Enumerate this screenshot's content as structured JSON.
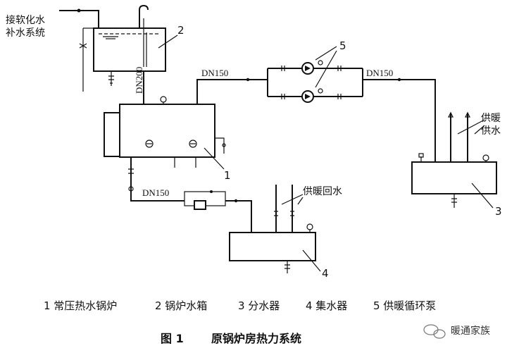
{
  "labels": {
    "softened_water_makeup": [
      "接软化水",
      "补水系统"
    ],
    "tag_1": "1",
    "tag_2": "2",
    "tag_3": "3",
    "tag_4": "4",
    "tag_5": "5",
    "dn200": "DN200",
    "dn150_top_left": "DN150",
    "dn150_top_right": "DN150",
    "dn150_bottom": "DN150",
    "heating_supply": [
      "供暖",
      "供水"
    ],
    "heating_return": "供暖回水"
  },
  "legend": [
    "1 常压热水锅炉",
    "2 锅炉水箱",
    "3 分水器",
    "4 集水器",
    "5 供暖循环泵"
  ],
  "caption": {
    "fig_no": "图 1",
    "title": "原锅炉房热力系统"
  },
  "watermark": "暖通家族"
}
